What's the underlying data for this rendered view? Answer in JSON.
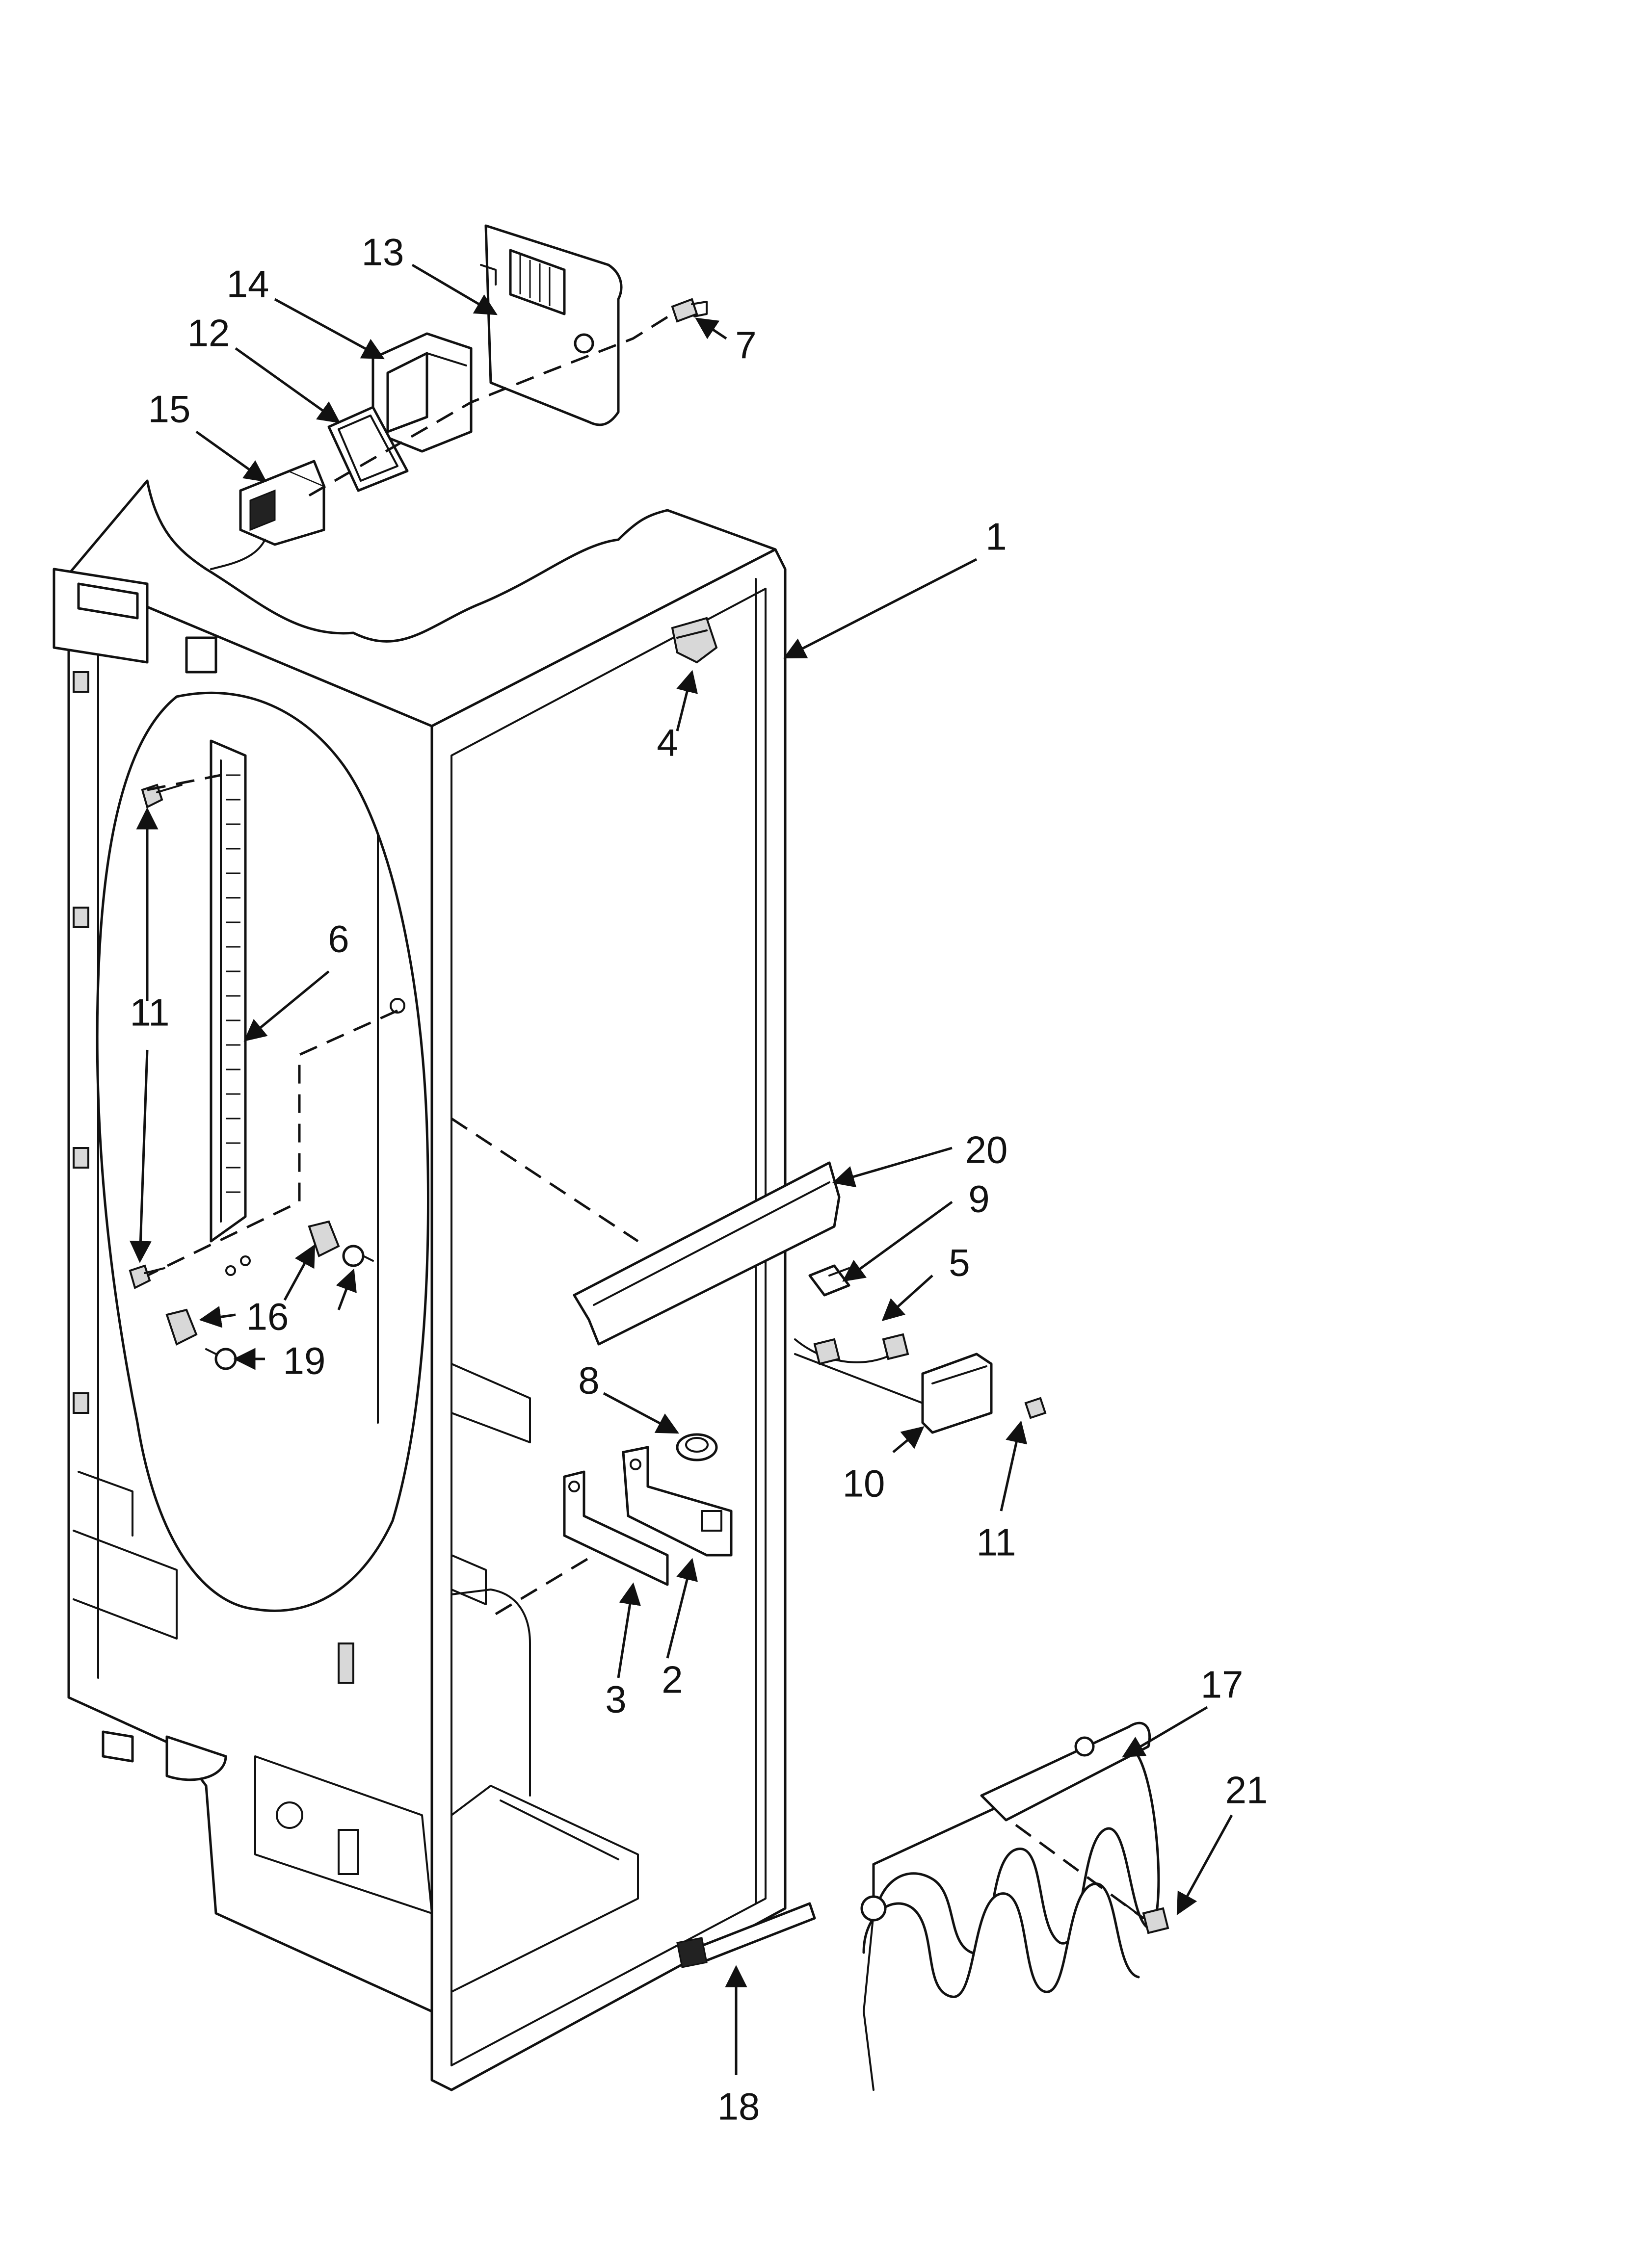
{
  "diagram": {
    "callouts": [
      {
        "id": "1",
        "label": "1"
      },
      {
        "id": "2",
        "label": "2"
      },
      {
        "id": "3",
        "label": "3"
      },
      {
        "id": "4",
        "label": "4"
      },
      {
        "id": "5",
        "label": "5"
      },
      {
        "id": "6",
        "label": "6"
      },
      {
        "id": "7",
        "label": "7"
      },
      {
        "id": "8",
        "label": "8"
      },
      {
        "id": "9",
        "label": "9"
      },
      {
        "id": "10",
        "label": "10"
      },
      {
        "id": "11a",
        "label": "11"
      },
      {
        "id": "11b",
        "label": "11"
      },
      {
        "id": "12",
        "label": "12"
      },
      {
        "id": "13",
        "label": "13"
      },
      {
        "id": "14",
        "label": "14"
      },
      {
        "id": "15",
        "label": "15"
      },
      {
        "id": "16",
        "label": "16"
      },
      {
        "id": "17",
        "label": "17"
      },
      {
        "id": "18",
        "label": "18"
      },
      {
        "id": "19",
        "label": "19"
      },
      {
        "id": "20",
        "label": "20"
      },
      {
        "id": "21",
        "label": "21"
      }
    ]
  }
}
